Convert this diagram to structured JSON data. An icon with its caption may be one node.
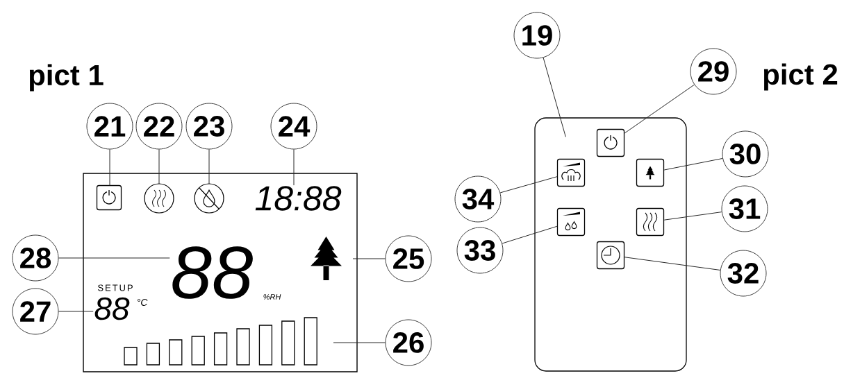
{
  "diagram": {
    "nodes": [
      {
        "text": [],
        "shape": "box"
      },
      {
        "text": [
          "21"
        ]
      },
      {
        "text": [
          "22"
        ]
      },
      {
        "text": [
          "23"
        ]
      },
      {
        "text": [
          "24"
        ]
      },
      {
        "text": [],
        "shape": "picture",
        "in": 0
      },
      {
        "text": [],
        "shape": "picture",
        "in": 0
      },
      {
        "text": [],
        "shape": "picture",
        "in": 0
      },
      {
        "text": [
          "18:88"
        ],
        "in": 0
      },
      {
        "text": [
          "28"
        ]
      },
      {
        "text": [
          "88"
        ],
        "beside": [
          "%RH"
        ],
        "in": 0
      },
      {
        "text": [],
        "shape": "picture",
        "in": 0
      },
      {
        "text": [
          "25"
        ]
      },
      {
        "text": [
          "27"
        ]
      },
      {
        "text": [
          "88"
        ],
        "beside": [
          "SETUP",
          "°C"
        ],
        "in": 0
      },
      {
        "text": [],
        "shape": "picture",
        "in": 0
      },
      {
        "text": [
          "26"
        ]
      },
      {
        "text": [
          "19"
        ]
      },
      {
        "text": [],
        "shape": "box"
      },
      {
        "text": [
          "29"
        ]
      },
      {
        "text": [],
        "shape": "box",
        "in": 18
      },
      {
        "text": [
          "30"
        ]
      },
      {
        "text": [],
        "shape": "box",
        "in": 18
      },
      {
        "text": [
          "34"
        ]
      },
      {
        "text": [],
        "shape": "box",
        "in": 18
      },
      {
        "text": [
          "31"
        ]
      },
      {
        "text": [],
        "shape": "box",
        "in": 18
      },
      {
        "text": [
          "33"
        ]
      },
      {
        "text": [],
        "shape": "box",
        "in": 18
      },
      {
        "text": [
          "32"
        ]
      },
      {
        "text": [],
        "shape": "box",
        "in": 18
      }
    ],
    "edges": [
      {
        "from": 1,
        "to": 5,
        "arrow": "none"
      },
      {
        "from": 2,
        "to": 6,
        "arrow": "none"
      },
      {
        "from": 3,
        "to": 7,
        "arrow": "none"
      },
      {
        "from": 4,
        "to": 8,
        "arrow": "none"
      },
      {
        "from": 9,
        "to": 10,
        "arrow": "none"
      },
      {
        "from": 12,
        "to": 11,
        "arrow": "none"
      },
      {
        "from": 13,
        "to": 14,
        "arrow": "none"
      },
      {
        "from": 16,
        "to": 15,
        "arrow": "none"
      },
      {
        "from": 17,
        "to": 18,
        "arrow": "none"
      },
      {
        "from": 19,
        "to": 20,
        "arrow": "none"
      },
      {
        "from": 21,
        "to": 22,
        "arrow": "none"
      },
      {
        "from": 23,
        "to": 24,
        "arrow": "none"
      },
      {
        "from": 25,
        "to": 26,
        "arrow": "none"
      },
      {
        "from": 27,
        "to": 28,
        "arrow": "none"
      },
      {
        "from": 29,
        "to": 30,
        "arrow": "none"
      }
    ],
    "labels": [
      "pict 1",
      "pict 2"
    ]
  }
}
